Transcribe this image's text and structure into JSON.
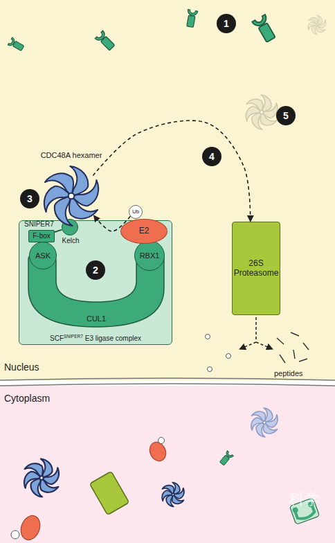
{
  "diagram": {
    "nodes": [
      {
        "text": [
          "Nucleus"
        ]
      },
      {
        "text": [
          "Cytoplasm"
        ]
      },
      {
        "text": [
          "SCF",
          "SNIPER7",
          "E3 ligase complex"
        ],
        "in": 0
      },
      {
        "text": [
          "SNIPER7",
          "F-box"
        ],
        "in": 2
      },
      {
        "text": [
          "Kelch"
        ],
        "in": 2
      },
      {
        "text": [
          "ASK"
        ],
        "in": 2
      },
      {
        "text": [
          "RBX1"
        ],
        "in": 2
      },
      {
        "text": [
          "CUL1"
        ],
        "in": 2
      },
      {
        "text": [
          "E2"
        ],
        "in": 2
      },
      {
        "text": [
          "Ub"
        ],
        "in": 0
      },
      {
        "text": [
          "CDC48A hexamer"
        ],
        "in": 0
      },
      {
        "text": [
          "26S Proteasome"
        ],
        "in": 0
      }
    ],
    "edges": [
      {
        "from": 3,
        "to": 4,
        "arrow": "none"
      },
      {
        "from": 9,
        "to": 10,
        "arrow": "to"
      },
      {
        "from": 10,
        "to": 11,
        "arrow": "to"
      }
    ],
    "labels": [
      "1",
      "2",
      "3",
      "4",
      "5",
      "peptides",
      "科学"
    ]
  }
}
